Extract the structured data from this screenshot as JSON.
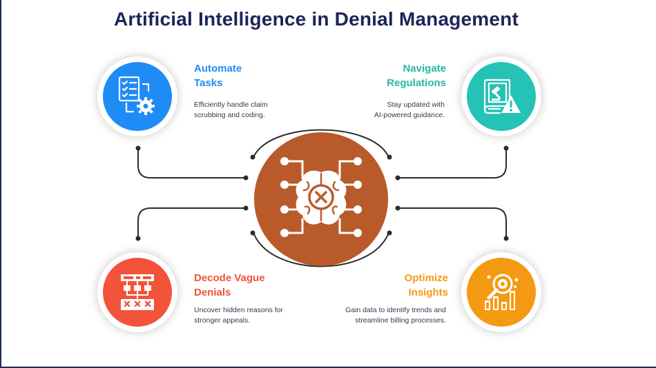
{
  "title": "Artificial Intelligence in Denial Management",
  "colors": {
    "automate": "#1f8cf5",
    "navigate": "#25c2b6",
    "decode": "#f2533a",
    "optimize": "#f49a12",
    "hub": "#b95a2b",
    "title": "#1b2559",
    "wire": "#2b2b2b"
  },
  "items": [
    {
      "key": "automate",
      "heading_1": "Automate",
      "heading_2": "Tasks",
      "desc_1": "Efficiently handle claim",
      "desc_2": "scrubbing and coding.",
      "icon": "checklist-gear-icon"
    },
    {
      "key": "navigate",
      "heading_1": "Navigate",
      "heading_2": "Regulations",
      "desc_1": "Stay updated with",
      "desc_2": "AI-powered guidance.",
      "icon": "law-book-warning-icon"
    },
    {
      "key": "decode",
      "heading_1": "Decode Vague",
      "heading_2": "Denials",
      "desc_1": "Uncover hidden reasons for",
      "desc_2": "stronger appeals.",
      "icon": "flowchart-denied-icon"
    },
    {
      "key": "optimize",
      "heading_1": "Optimize",
      "heading_2": "Insights",
      "desc_1": "Gain data to identify trends and",
      "desc_2": "streamline billing processes.",
      "icon": "analytics-magnifier-icon"
    }
  ],
  "hub_icon": "ai-brain-denied-icon"
}
